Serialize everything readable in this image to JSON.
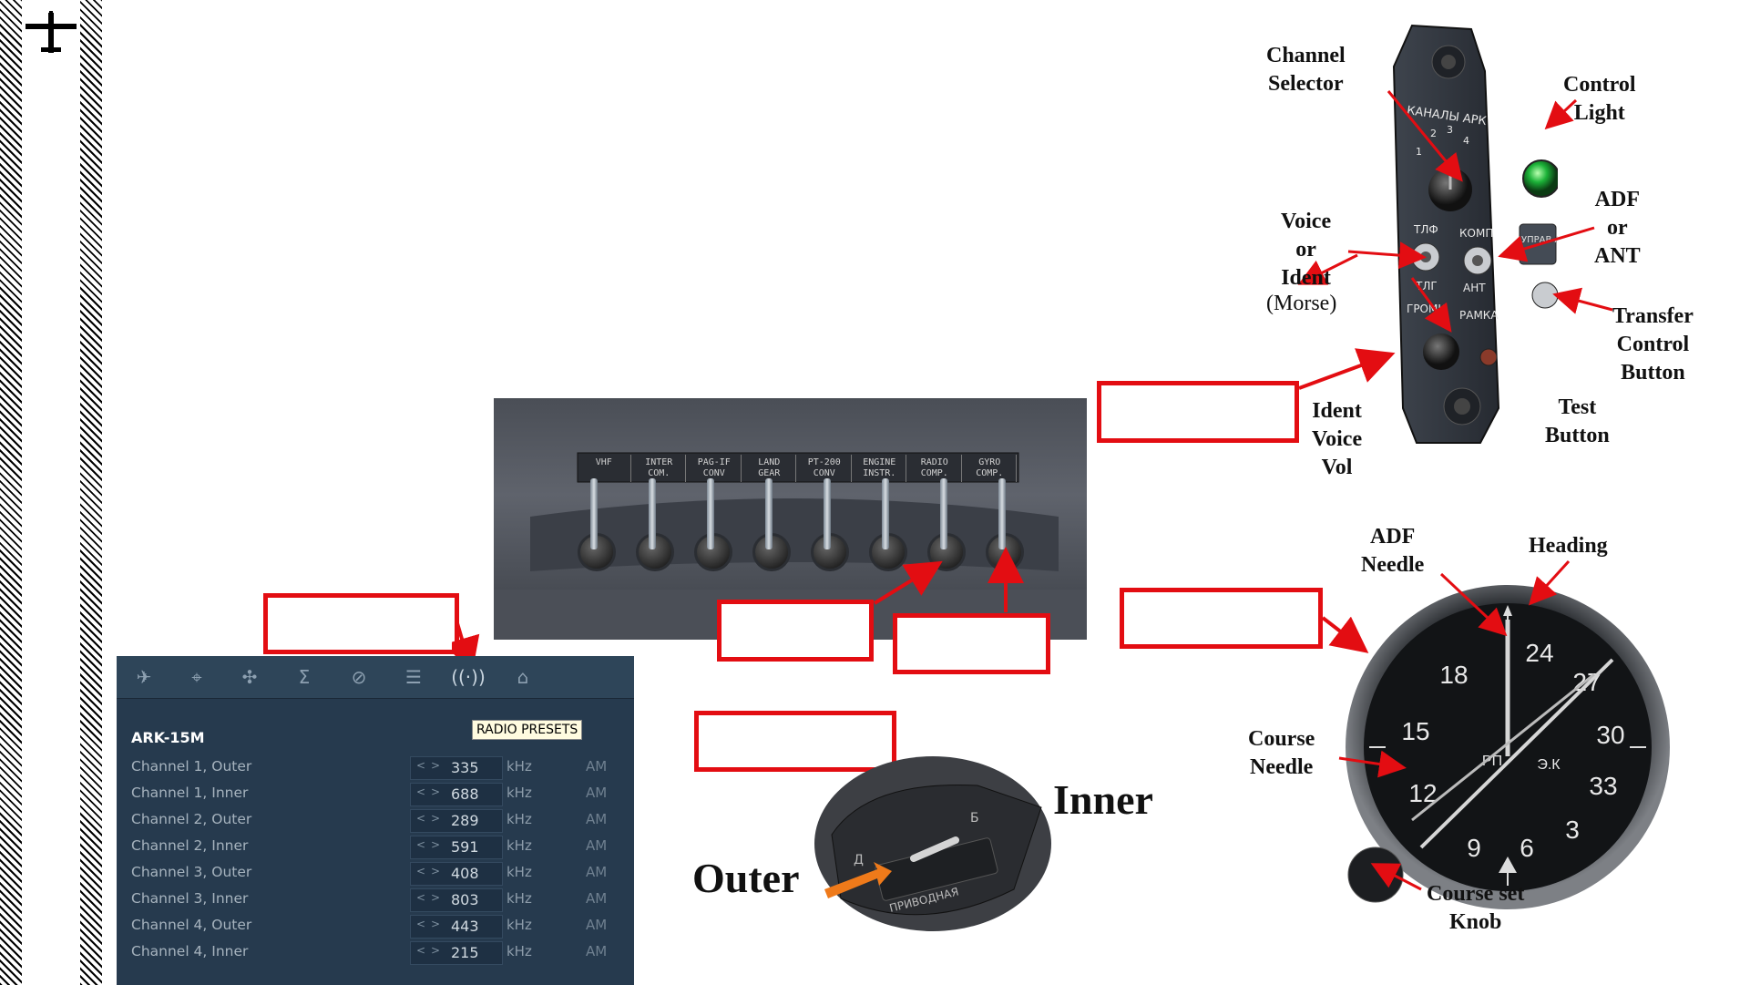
{
  "arkPanel": {
    "tabs": [
      {
        "icon": "aircraft-icon"
      },
      {
        "icon": "target-icon"
      },
      {
        "icon": "drone-icon"
      },
      {
        "icon": "sigma-icon"
      },
      {
        "icon": "forbidden-icon"
      },
      {
        "icon": "payload-icon"
      },
      {
        "icon": "radio-antenna-icon"
      },
      {
        "icon": "hangar-icon"
      }
    ],
    "tooltip": "RADIO PRESETS",
    "title": "ARK-15M",
    "rows": [
      {
        "name": "Channel 1, Outer",
        "value": "335",
        "unit": "kHz",
        "mod": "AM"
      },
      {
        "name": "Channel 1, Inner",
        "value": "688",
        "unit": "kHz",
        "mod": "AM"
      },
      {
        "name": "Channel 2, Outer",
        "value": "289",
        "unit": "kHz",
        "mod": "AM"
      },
      {
        "name": "Channel 2, Inner",
        "value": "591",
        "unit": "kHz",
        "mod": "AM"
      },
      {
        "name": "Channel 3, Outer",
        "value": "408",
        "unit": "kHz",
        "mod": "AM"
      },
      {
        "name": "Channel 3, Inner",
        "value": "803",
        "unit": "kHz",
        "mod": "AM"
      },
      {
        "name": "Channel 4, Outer",
        "value": "443",
        "unit": "kHz",
        "mod": "AM"
      },
      {
        "name": "Channel 4, Inner",
        "value": "215",
        "unit": "kHz",
        "mod": "AM"
      }
    ]
  },
  "switchPanel": {
    "labels": [
      "VHF",
      "INTER\nCOM.",
      "PAG-IF\nCONV",
      "LAND\nGEAR",
      "PT-200\nCONV",
      "ENGINE\nINSTR.",
      "RADIO\nCOMP.",
      "GYRO\nCOMP."
    ]
  },
  "arkControlPanel": {
    "plate_texts": [
      "КАНАЛЫ АРК",
      "1",
      "2",
      "3",
      "4",
      "ТЛФ",
      "ТЛГ",
      "КОМП",
      "АНТ",
      "ГРОМК",
      "РАМКА",
      "УПРАВ\nАРК"
    ],
    "callouts": {
      "channel_selector": "Channel\nSelector",
      "control_light": "Control\nLight",
      "voice_or_ident": "Voice\nor\nIdent",
      "morse": "(Morse)",
      "adf_or_ant": "ADF\nor\nANT",
      "transfer_control_button": "Transfer\nControl\nButton",
      "ident_voice_vol": "Ident\nVoice\nVol",
      "test_button": "Test\nButton"
    }
  },
  "adfIndicator": {
    "dial_numbers": [
      "24",
      "27",
      "30",
      "33",
      "3",
      "6",
      "9",
      "12",
      "15",
      "18"
    ],
    "dial_texts": [
      "РП",
      "Э.К"
    ],
    "callouts": {
      "adf_needle": "ADF\nNeedle",
      "heading": "Heading",
      "course_needle": "Course\nNeedle",
      "course_set_knob": "Course set\nKnob"
    }
  },
  "markerSwitch": {
    "plate_text": "ПРИВОДНАЯ",
    "positions": [
      "Д",
      "Б"
    ],
    "callouts": {
      "outer": "Outer",
      "inner": "Inner"
    }
  },
  "colors": {
    "callout_red": "#e30d12",
    "panel_bg": "#263a4e"
  }
}
